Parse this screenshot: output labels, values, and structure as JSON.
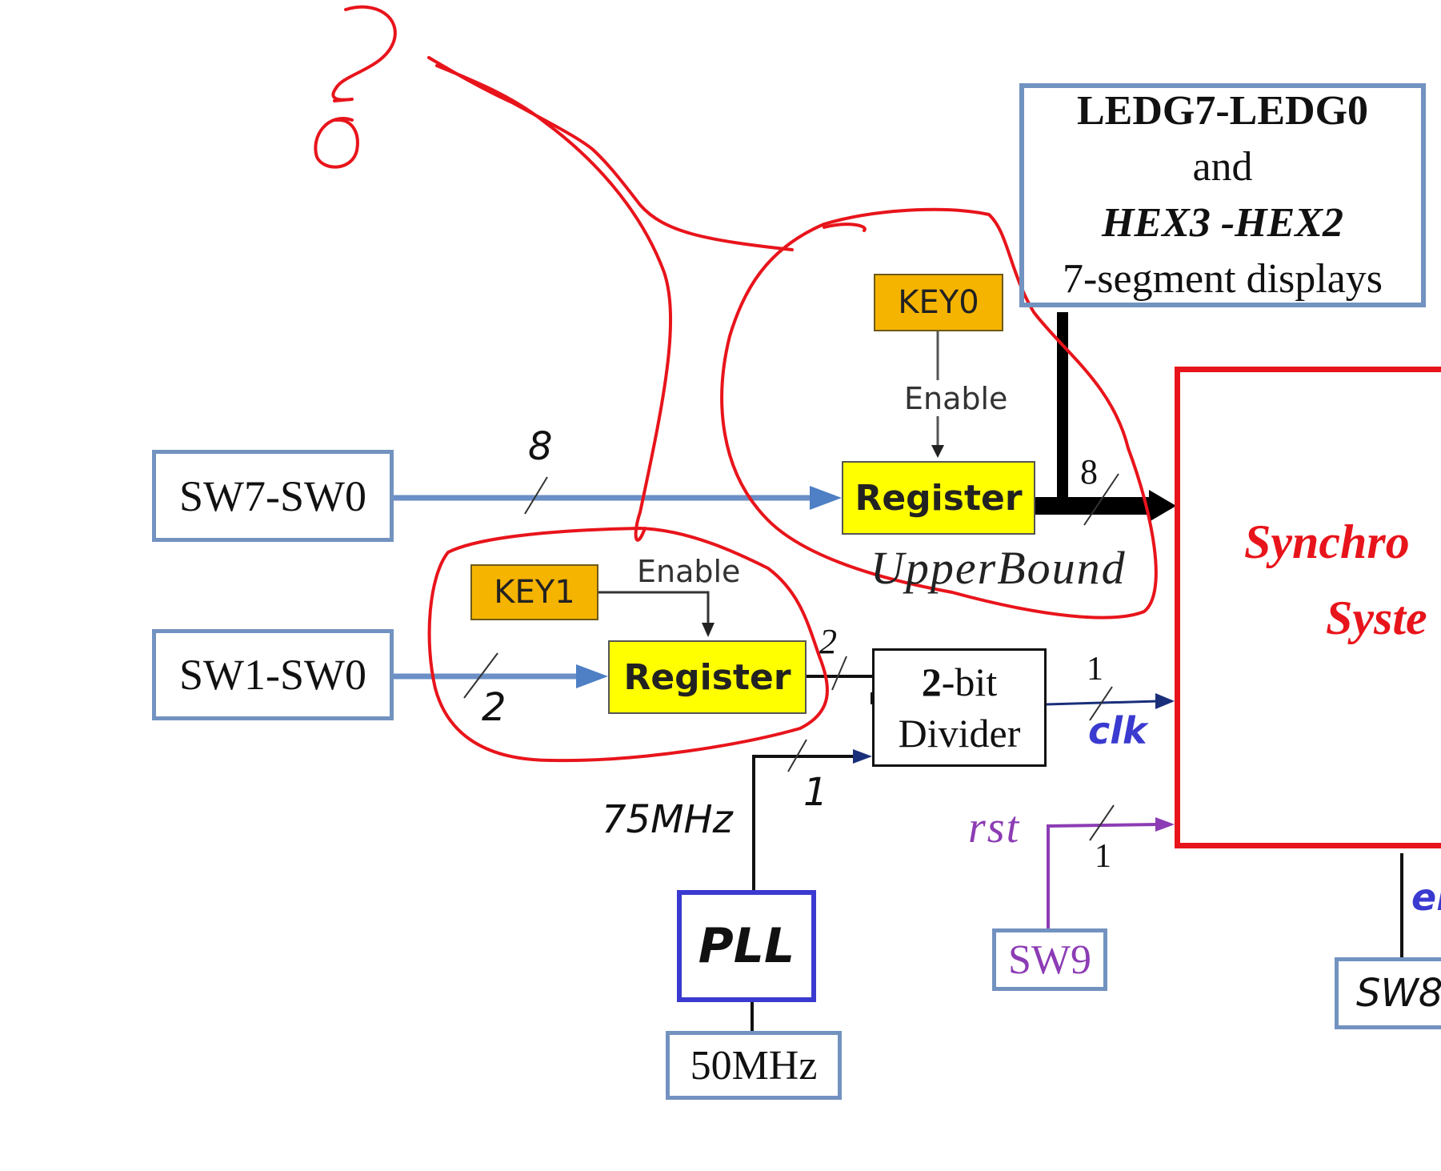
{
  "inputs": {
    "sw7_0": "SW7-SW0",
    "sw1_0": "SW1-SW0",
    "key0": "KEY0",
    "key1": "KEY1",
    "sw9": "SW9",
    "sw8": "SW8",
    "clk_source": "50MHz"
  },
  "output_box": {
    "line1": "LEDG7-LEDG0",
    "line2": "and",
    "line3": "HEX3 -HEX2",
    "line4": "7-segment displays"
  },
  "blocks": {
    "register_upper": "Register",
    "register_lower": "Register",
    "upper_bound_label": "UpperBound",
    "divider_bold": "2",
    "divider_rest": "-bit",
    "divider_line2": "Divider",
    "pll": "PLL",
    "system_line1": "Synchro",
    "system_line2": "Syste"
  },
  "labels": {
    "enable_top": "Enable",
    "enable_bottom": "Enable",
    "width_8_in": "8",
    "width_8_out": "8",
    "width_2_in": "2",
    "width_2_out": "2",
    "width_1_clk": "1",
    "width_1_pll": "1",
    "width_1_rst": "1",
    "freq_75": "75MHz",
    "clk": "clk",
    "rst": "rst",
    "en": "en"
  },
  "annotation": {
    "glyph": "?",
    "color": "#e8141b"
  },
  "colors": {
    "switch_border": "#7292c0",
    "blue_arrow": "#4f7fc4",
    "navy_arrow": "#1a2f7a",
    "purple": "#8c3cb4",
    "system_red": "#e8141b",
    "pll_border": "#3a3ad0",
    "key_orange": "#f5b400",
    "register_yellow": "#ffff00"
  }
}
